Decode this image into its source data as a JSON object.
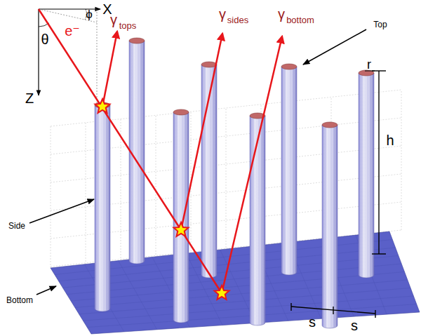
{
  "diagram": {
    "labels": [
      "X",
      "ϕ",
      "θ",
      "Z",
      "e⁻",
      "γ",
      "tops",
      "γ",
      "sides",
      "γ",
      "bottom",
      "Top",
      "Side",
      "Bottom",
      "r",
      "h",
      "s",
      "s"
    ]
  }
}
